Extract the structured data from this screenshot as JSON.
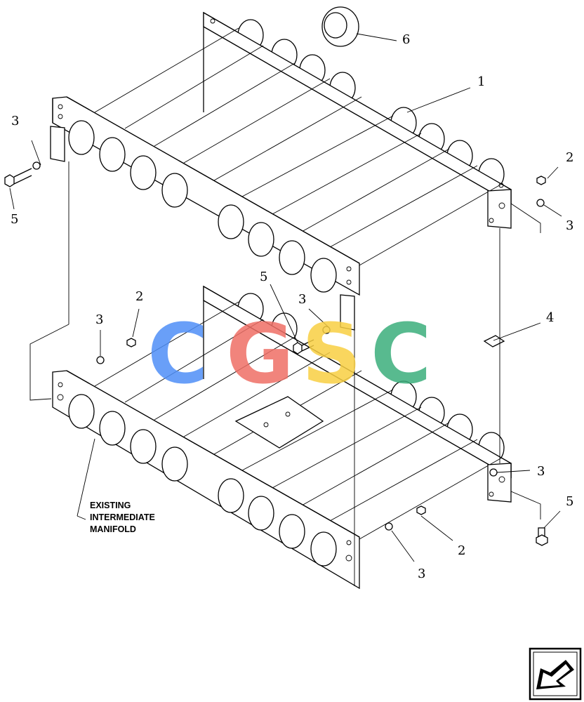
{
  "callouts": {
    "c1": "1",
    "c2a": "2",
    "c2b": "2",
    "c2c": "2",
    "c3a": "3",
    "c3b": "3",
    "c3c": "3",
    "c3d": "3",
    "c3e": "3",
    "c3f": "3",
    "c4": "4",
    "c5a": "5",
    "c5b": "5",
    "c5c": "5",
    "c6": "6"
  },
  "note": {
    "line1": "EXISTING",
    "line2": "INTERMEDIATE",
    "line3": "MANIFOLD"
  },
  "watermark": {
    "letters": [
      "C",
      "G",
      "S",
      "C"
    ],
    "colors": [
      "#4f8ff7",
      "#ef6f66",
      "#f8cf43",
      "#3cae7c"
    ]
  },
  "nav": {
    "icon": "next-page-arrow-icon"
  }
}
